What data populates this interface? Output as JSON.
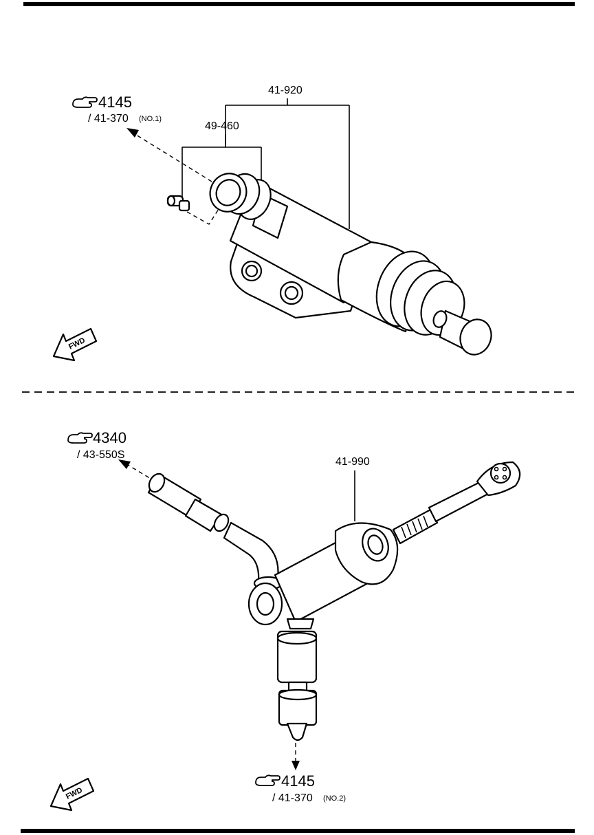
{
  "upper": {
    "ref_main": "4145",
    "ref_sub": "/ 41-370",
    "ref_note": "(NO.1)",
    "part_assembly": "41-920",
    "part_sub": "49-460",
    "fwd": "FWD"
  },
  "lower": {
    "ref_top_main": "4340",
    "ref_top_sub": "/ 43-550S",
    "part_assembly": "41-990",
    "ref_bottom_main": "4145",
    "ref_bottom_sub": "/ 41-370",
    "ref_bottom_note": "(NO.2)",
    "fwd": "FWD"
  },
  "icons": {
    "ref": "pointing-hand-icon",
    "fwd": "fwd-arrow-icon"
  }
}
